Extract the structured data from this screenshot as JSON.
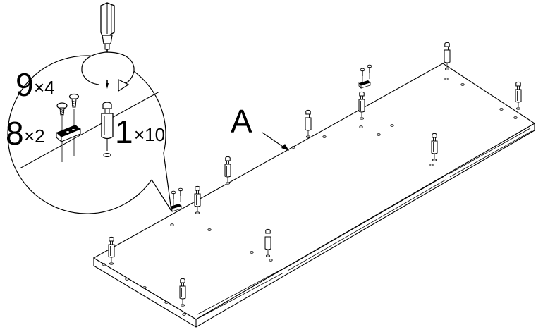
{
  "diagram": {
    "panel_label": "A",
    "callouts": [
      {
        "id": "cam-bolt",
        "number": "1",
        "count": "×10"
      },
      {
        "id": "screw",
        "number": "9",
        "count": "×4"
      },
      {
        "id": "bracket",
        "number": "8",
        "count": "×2"
      }
    ],
    "ink_color": "#000000",
    "paper_color": "#ffffff"
  }
}
